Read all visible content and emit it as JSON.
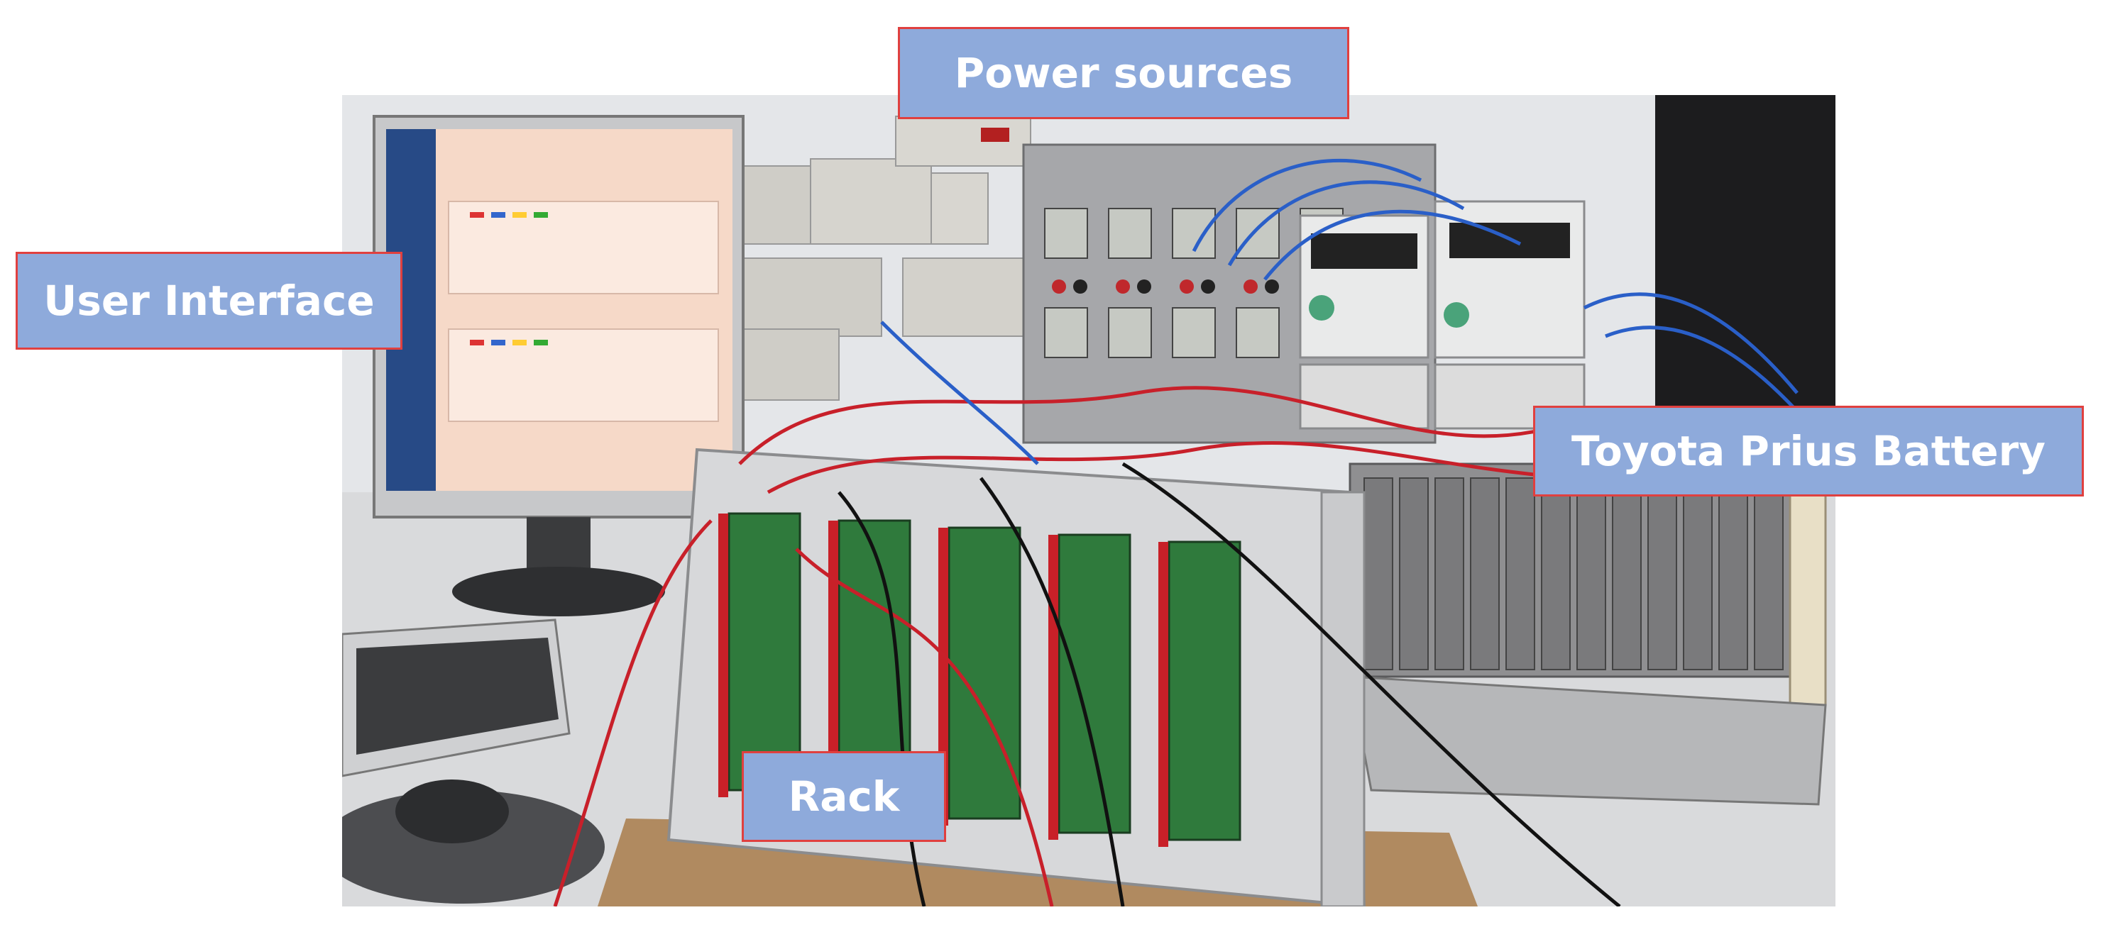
{
  "labels": {
    "power_sources": "Power sources",
    "user_interface": "User Interface",
    "toyota_battery": "Toyota Prius Battery",
    "rack": "Rack"
  },
  "colors": {
    "label_fill": "#8eaadb",
    "label_border": "#e0403f",
    "label_text": "#ffffff",
    "screen_glow": "#f6d9c8",
    "cable_red": "#c8202a",
    "cable_blue": "#2a5fc8",
    "pcb_green": "#2f7a3c"
  }
}
